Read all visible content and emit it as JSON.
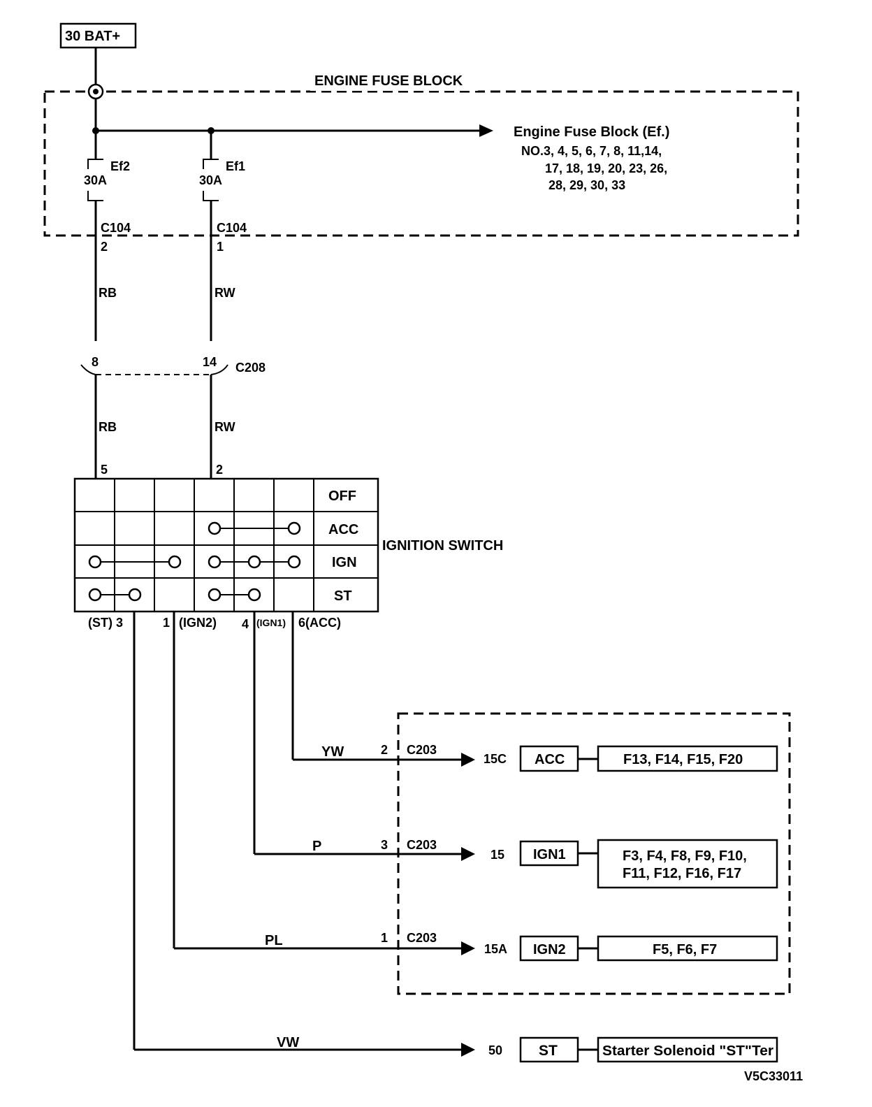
{
  "battery": {
    "label": "30   BAT+"
  },
  "engine_fuse_block": {
    "title": "ENGINE FUSE BLOCK",
    "feed_label": "Engine Fuse Block (Ef.)",
    "feed_list": [
      "NO.3, 4, 5, 6, 7, 8, 11,14,",
      "17, 18, 19, 20, 23, 26,",
      "28, 29, 30, 33"
    ]
  },
  "fuses": [
    {
      "name": "Ef2",
      "rating": "30A",
      "connector": "C104",
      "pin": "2",
      "wire": "RB"
    },
    {
      "name": "Ef1",
      "rating": "30A",
      "connector": "C104",
      "pin": "1",
      "wire": "RW"
    }
  ],
  "c208": {
    "label": "C208",
    "pins": [
      "8",
      "14"
    ],
    "wires": [
      "RB",
      "RW"
    ]
  },
  "ignition_switch": {
    "title": "IGNITION SWITCH",
    "top_pins": [
      "5",
      "2"
    ],
    "positions": [
      "OFF",
      "ACC",
      "IGN",
      "ST"
    ],
    "bottom_labels": [
      "(ST) 3",
      "1",
      "(IGN2)",
      "4",
      "(IGN1)",
      "6(ACC)"
    ]
  },
  "outputs": [
    {
      "wire": "YW",
      "pin": "2",
      "connector": "C203",
      "terminal": "15C",
      "circuit": "ACC",
      "fuses": [
        "F13, F14, F15, F20"
      ]
    },
    {
      "wire": "P",
      "pin": "3",
      "connector": "C203",
      "terminal": "15",
      "circuit": "IGN1",
      "fuses": [
        "F3, F4, F8, F9, F10,",
        "F11, F12, F16, F17"
      ]
    },
    {
      "wire": "PL",
      "pin": "1",
      "connector": "C203",
      "terminal": "15A",
      "circuit": "IGN2",
      "fuses": [
        "F5, F6, F7"
      ]
    },
    {
      "wire": "VW",
      "pin": "",
      "connector": "",
      "terminal": "50",
      "circuit": "ST",
      "fuses": [
        "Starter Solenoid \"ST\"Ter"
      ]
    }
  ],
  "figure_id": "V5C33011"
}
